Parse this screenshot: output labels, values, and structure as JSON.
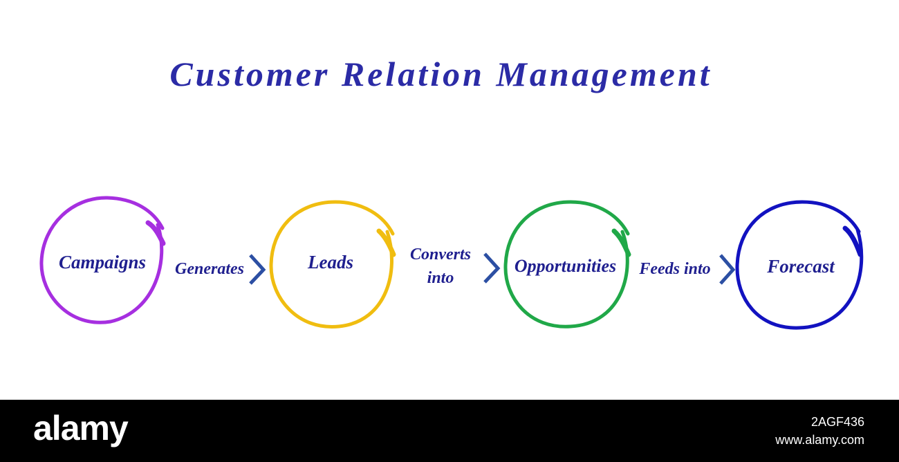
{
  "title": "Customer Relation Management",
  "nodes": [
    {
      "label": "Campaigns",
      "color": "#a62fe0"
    },
    {
      "label": "Leads",
      "color": "#f0bd10"
    },
    {
      "label": "Opportunities",
      "color": "#20a848"
    },
    {
      "label": "Forecast",
      "color": "#1212c0"
    }
  ],
  "connectors": [
    {
      "label": "Generates"
    },
    {
      "line1": "Converts",
      "line2": "into"
    },
    {
      "label": "Feeds into"
    }
  ],
  "arrow_color": "#2c4fa3",
  "watermark": {
    "brand": "alamy",
    "image_id": "2AGF436",
    "site": "www.alamy.com"
  }
}
